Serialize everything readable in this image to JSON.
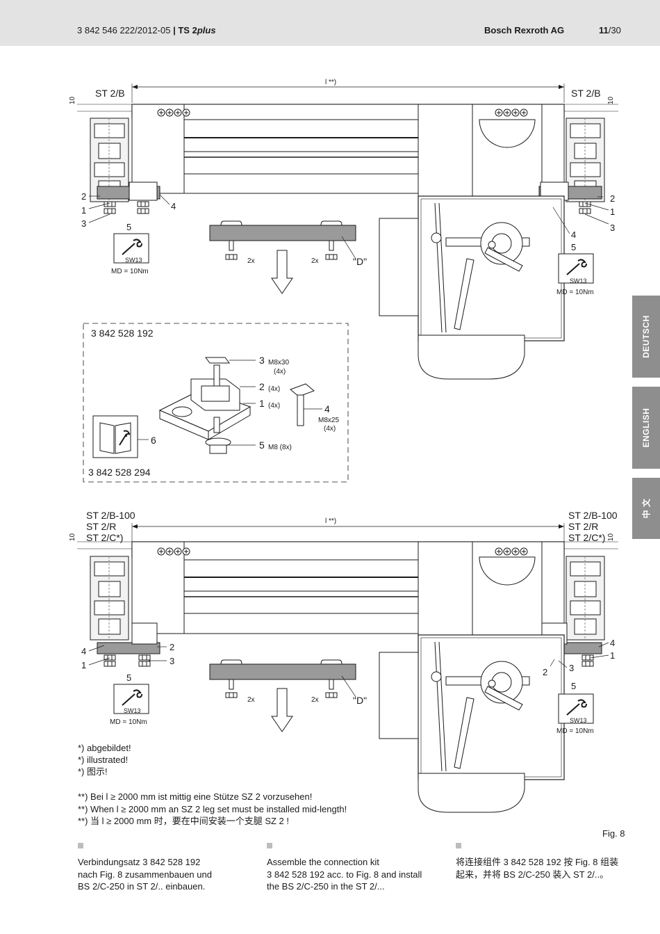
{
  "header": {
    "doc_number": "3 842 546 222/2012-05",
    "separator": "|",
    "product_prefix": "TS 2",
    "product_suffix": "plus",
    "company": "Bosch Rexroth AG",
    "page_current": "11",
    "page_total": "/30"
  },
  "side_tabs": [
    "DEUTSCH",
    "ENGLISH",
    "中 文"
  ],
  "figure": {
    "label": "Fig. 8",
    "dim_length": "l **)",
    "dim_10": "10",
    "top": {
      "left_station": "ST 2/B",
      "right_station": "ST 2/B",
      "left_callouts": [
        "2",
        "1",
        "3",
        "4",
        "5"
      ],
      "right_callouts": [
        "2",
        "1",
        "3",
        "4",
        "5"
      ],
      "wrench_size": "SW13",
      "torque": "MD = 10Nm"
    },
    "plate": {
      "qty_left": "2x",
      "qty_right": "2x",
      "label": "\"D\""
    },
    "kit": {
      "kit_number": "3 842 528 192",
      "manual_number": "3 842 528 294",
      "items": [
        {
          "num": "3",
          "spec": "M8x30",
          "qty": "(4x)"
        },
        {
          "num": "2",
          "spec": "(4x)"
        },
        {
          "num": "1",
          "spec": "(4x)"
        },
        {
          "num": "4",
          "spec": "M8x25",
          "qty": "(4x)"
        },
        {
          "num": "5",
          "spec": "M8 (8x)"
        },
        {
          "num": "6"
        }
      ]
    },
    "bottom": {
      "left_stations": [
        "ST 2/B-100",
        "ST 2/R",
        "ST 2/C*)"
      ],
      "right_stations": [
        "ST 2/B-100",
        "ST 2/R",
        "ST 2/C*)"
      ],
      "left_callouts": [
        "4",
        "1",
        "2",
        "3",
        "5"
      ],
      "right_callouts": [
        "4",
        "1",
        "2",
        "3",
        "5"
      ],
      "wrench_size": "SW13",
      "torque": "MD = 10Nm"
    }
  },
  "notes": {
    "illustrated": [
      "*) abgebildet!",
      "*) illustrated!",
      "*) 图示!"
    ],
    "support": [
      "**) Bei l ≥ 2000 mm ist mittig eine Stütze SZ 2 vorzusehen!",
      "**) When l ≥ 2000 mm an SZ 2 leg set must be installed mid-length!",
      "**) 当 l ≥ 2000 mm 时，要在中间安装一个支腿 SZ 2 !"
    ]
  },
  "instructions": {
    "de": [
      "Verbindungsatz 3 842 528 192",
      "nach Fig. 8 zusammenbauen und",
      "BS 2/C-250 in ST 2/.. einbauen."
    ],
    "en": [
      "Assemble the connection kit",
      "3 842 528 192 acc. to Fig. 8 and install",
      "the BS 2/C-250 in the ST 2/..."
    ],
    "zh": [
      "将连接组件 3 842 528 192 按 Fig. 8 组装",
      "起来，并将 BS 2/C-250 装入 ST 2/..。"
    ]
  },
  "colors": {
    "header_bg": "#e3e3e3",
    "tab_bg": "#8e8e8e",
    "plate_fill": "#9a9a9a",
    "line": "#1a1a1a"
  }
}
